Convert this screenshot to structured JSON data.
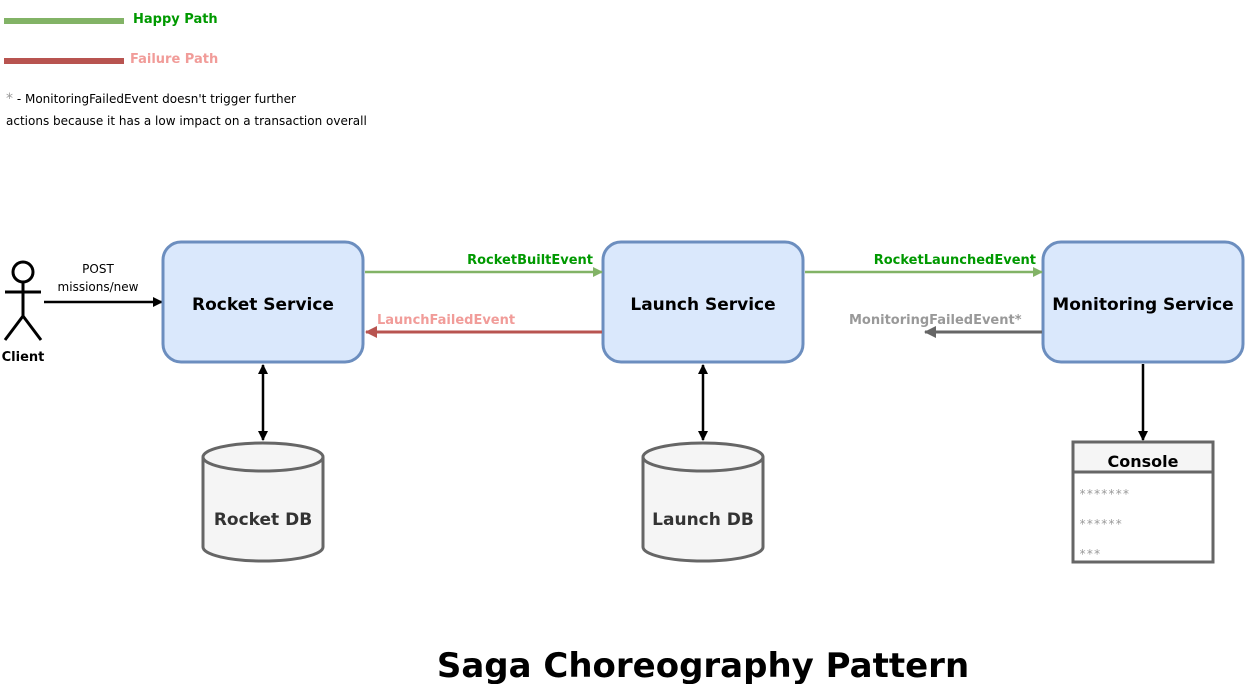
{
  "colors": {
    "happy": "#82b366",
    "happy_text": "#009900",
    "failure": "#b85450",
    "failure_text": "#f19c99",
    "neutral": "#666666",
    "neutral_text": "#999999",
    "service_fill": "#dae8fc",
    "service_stroke": "#6c8ebf",
    "db_fill": "#f5f5f5",
    "db_stroke": "#666666"
  },
  "legend": {
    "happy_label": "Happy Path",
    "failure_label": "Failure Path"
  },
  "note": {
    "asterisk": "*",
    "line1": " - MonitoringFailedEvent doesn't trigger further",
    "line2": "actions because it has a low impact on a transaction overall"
  },
  "client": {
    "label": "Client",
    "request_line1": "POST",
    "request_line2": "missions/new"
  },
  "services": {
    "rocket": "Rocket Service",
    "launch": "Launch Service",
    "monitoring": "Monitoring Service"
  },
  "databases": {
    "rocket": "Rocket DB",
    "launch": "Launch DB"
  },
  "events": {
    "rocket_built": "RocketBuiltEvent",
    "launch_failed": "LaunchFailedEvent",
    "rocket_launched": "RocketLaunchedEvent",
    "monitoring_failed": "MonitoringFailedEvent*"
  },
  "console": {
    "title": "Console",
    "lines": [
      "*******",
      "******",
      "***"
    ]
  },
  "title": "Saga Choreography Pattern"
}
